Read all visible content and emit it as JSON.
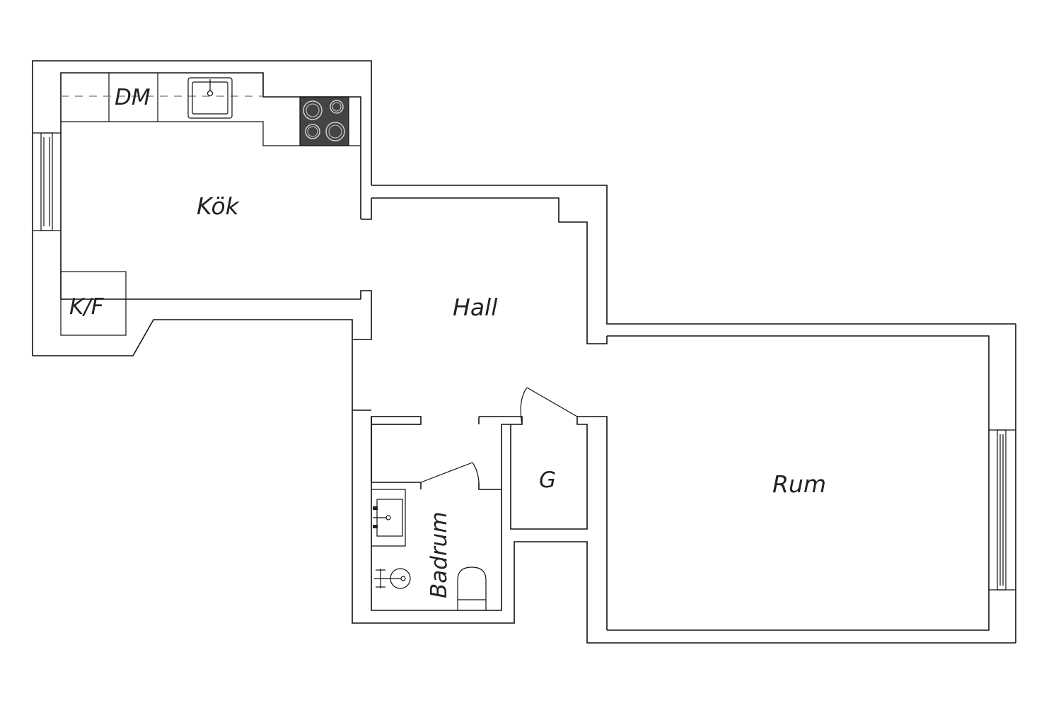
{
  "rooms": {
    "kitchen": "Kök",
    "dishwasher": "DM",
    "fridge_freezer": "K/F",
    "hall": "Hall",
    "closet": "G",
    "living_room": "Rum",
    "bathroom": "Badrum"
  },
  "colors": {
    "line": "#111111",
    "stove": "#444444",
    "dash": "#8a8a8a"
  }
}
